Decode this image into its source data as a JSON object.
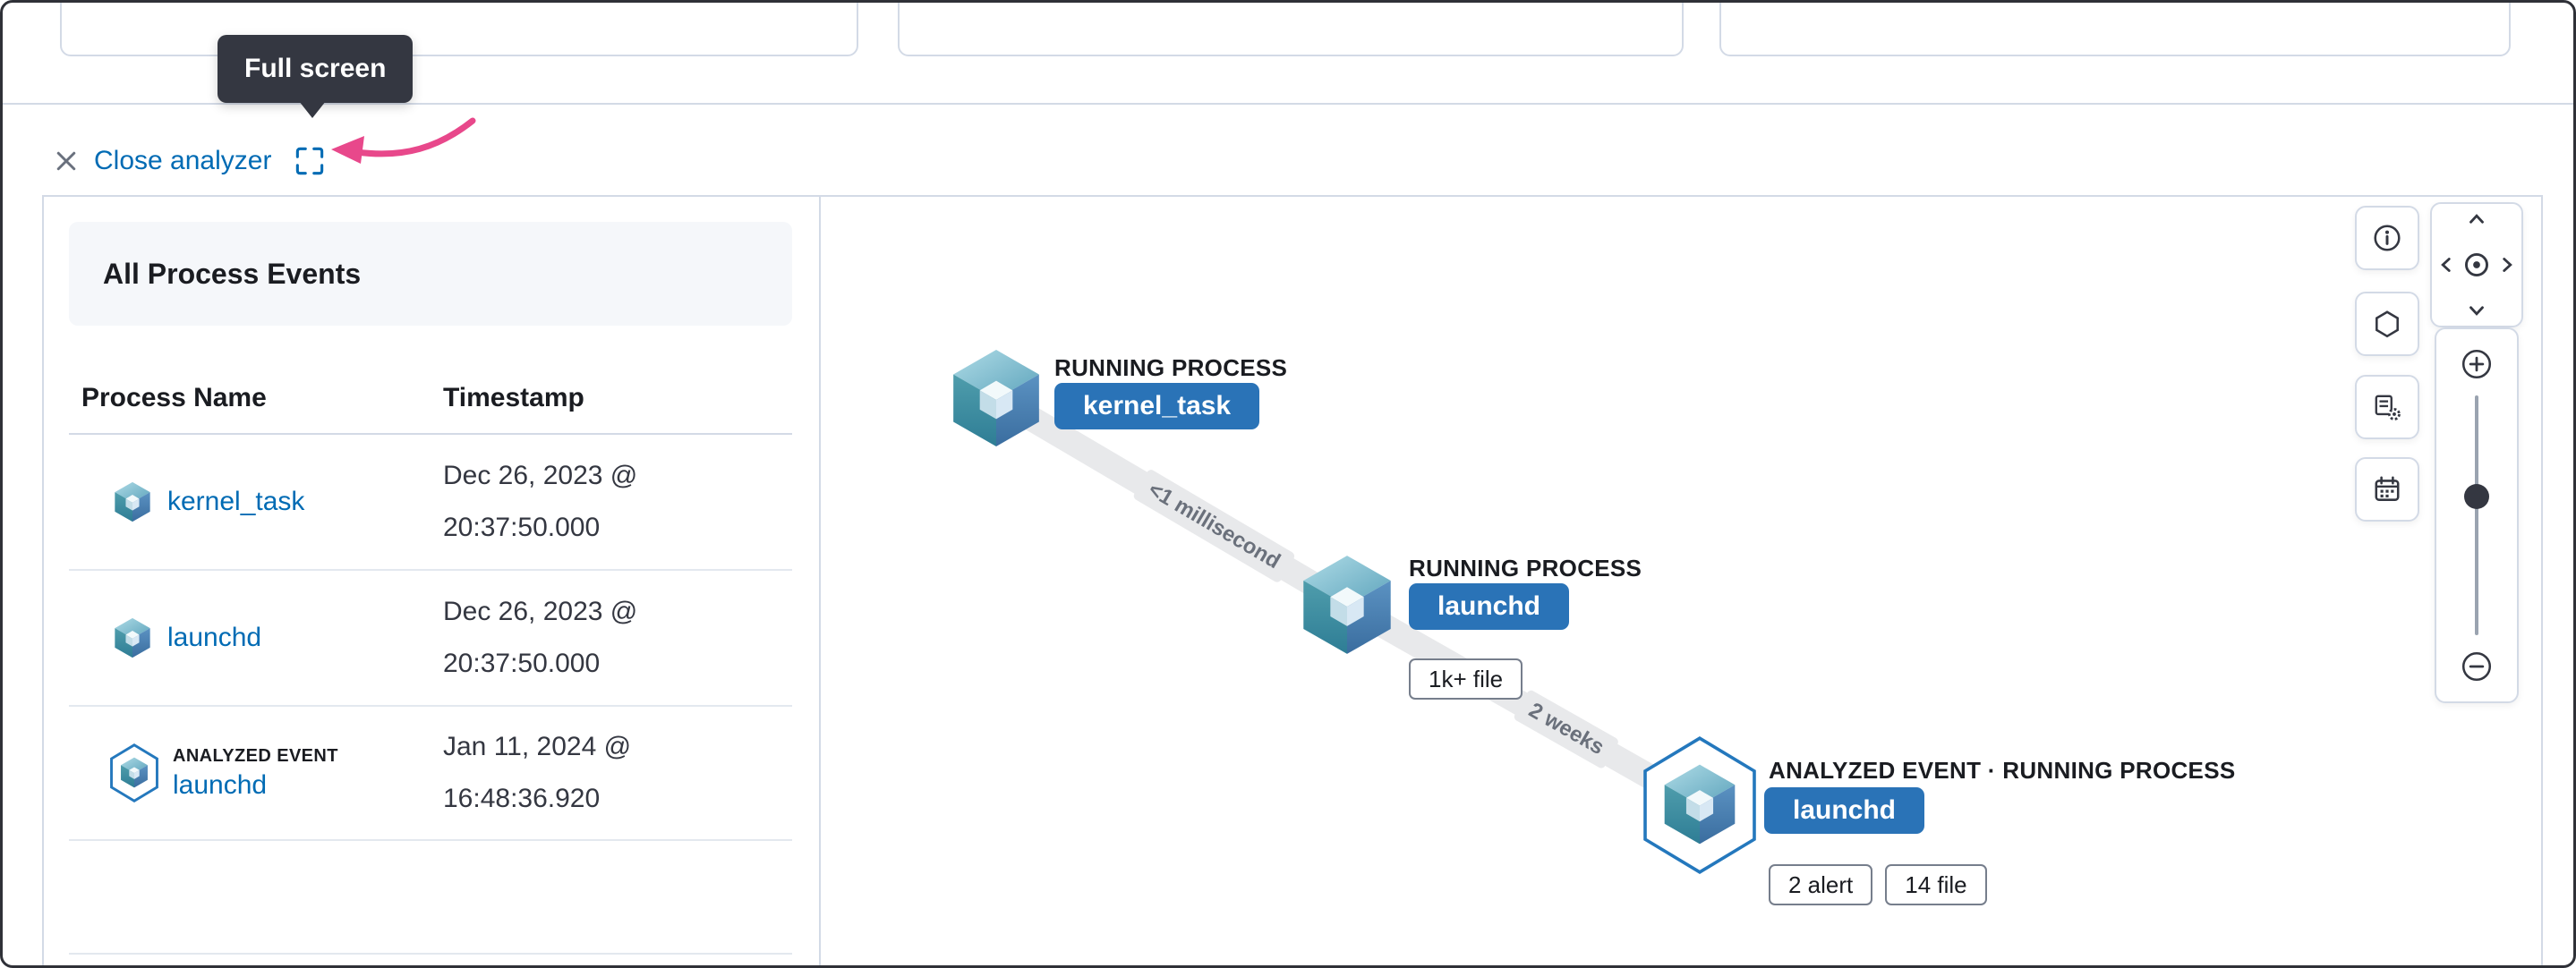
{
  "annotation": {
    "tooltip_label": "Full screen"
  },
  "header": {
    "close_label": "Close analyzer"
  },
  "events_panel": {
    "title": "All Process Events",
    "columns": {
      "name": "Process Name",
      "timestamp": "Timestamp"
    },
    "rows": [
      {
        "name": "kernel_task",
        "ts1": "Dec 26, 2023 @",
        "ts2": "20:37:50.000"
      },
      {
        "name": "launchd",
        "ts1": "Dec 26, 2023 @",
        "ts2": "20:37:50.000"
      },
      {
        "badge": "ANALYZED EVENT",
        "name": "launchd",
        "ts1": "Jan 11, 2024 @",
        "ts2": "16:48:36.920"
      }
    ]
  },
  "graph": {
    "nodes": [
      {
        "type": "RUNNING PROCESS",
        "name": "kernel_task"
      },
      {
        "type": "RUNNING PROCESS",
        "name": "launchd",
        "badge1": "1k+ file"
      },
      {
        "type": "ANALYZED EVENT · RUNNING PROCESS",
        "name": "launchd",
        "badge1": "2 alert",
        "badge2": "14 file"
      }
    ],
    "edges": [
      {
        "label": "<1 millisecond"
      },
      {
        "label": "2 weeks"
      }
    ]
  },
  "colors": {
    "link": "#006bb4",
    "pill_bg": "#2a73b7",
    "accent_pink": "#e8488b",
    "tooltip_bg": "#343741",
    "border": "#d3dae6",
    "heading": "#1a1c21",
    "text": "#343741",
    "edge": "#e8e9eb",
    "panel_bg": "#f5f7fa",
    "node_stroke": "#2478bd"
  }
}
